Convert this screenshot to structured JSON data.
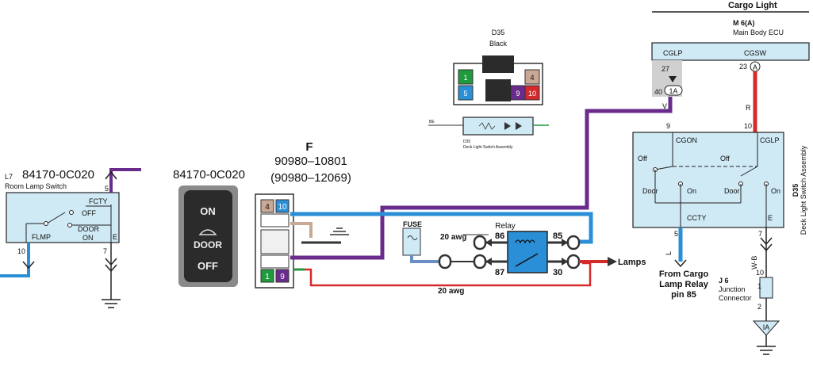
{
  "left_switch": {
    "part_no": "84170-0C020",
    "ref": "L7",
    "name": "Room Lamp Switch",
    "positions": [
      "FCTY",
      "OFF",
      "DOOR",
      "ON"
    ],
    "pin_left": "FLMP",
    "pin_e": "E",
    "pin_top": "5",
    "pin_10": "10",
    "pin_7": "7"
  },
  "photo": {
    "part_no": "84170-0C020",
    "labels": [
      "ON",
      "DOOR",
      "OFF"
    ]
  },
  "connector_f": {
    "letter": "F",
    "part_1": "90980–10801",
    "part_2": "(90980–12069)",
    "pins": [
      "4",
      "10",
      "1",
      "9"
    ]
  },
  "d35_connector": {
    "ref": "D35",
    "color": "Black",
    "pins": [
      "1",
      "4",
      "5",
      "9",
      "10"
    ]
  },
  "inset": {
    "caption_ref": "D35",
    "caption": "Deck Light Switch Assembly",
    "wire_left": "BE"
  },
  "relay": {
    "label": "Relay",
    "pins": [
      "86",
      "85",
      "87",
      "30"
    ],
    "fuse": "FUSE",
    "gauge_top": "20 awg",
    "gauge_bottom": "20 awg",
    "lamps": "Lamps"
  },
  "cargo": {
    "title": "Cargo Light",
    "ecu_ref": "M 6(A)",
    "ecu_name": "Main Body ECU",
    "pins": [
      "CGLP",
      "CGSW"
    ],
    "pin_nums": [
      "27",
      "40",
      "23"
    ],
    "ids": [
      "1A",
      "A"
    ],
    "wire_v": "V",
    "wire_r": "R",
    "num_9": "9",
    "num_10": "10",
    "switch_labels": [
      "CGON",
      "CGLP",
      "Off",
      "Off",
      "Door",
      "On",
      "Door",
      "On",
      "CCTY",
      "E"
    ],
    "side_ref": "D35",
    "side_name": "Deck Light Switch Assembly",
    "pin_5": "5",
    "pin_7": "7",
    "wire_l": "L",
    "wire_wb": "W-B",
    "pin_10b": "10",
    "pin_1": "1",
    "pin_2": "2",
    "from_1": "From Cargo",
    "from_2": "Lamp Relay",
    "from_3": "pin 85",
    "junction_ref": "J 6",
    "junction_1": "Junction",
    "junction_2": "Connector",
    "ground_id": "IA"
  },
  "colors": {
    "purple": "#6a2c8c",
    "blue": "#2a8fd6",
    "red": "#d42a2a",
    "box": "#cfe9f5",
    "green": "#1f9a3c"
  }
}
